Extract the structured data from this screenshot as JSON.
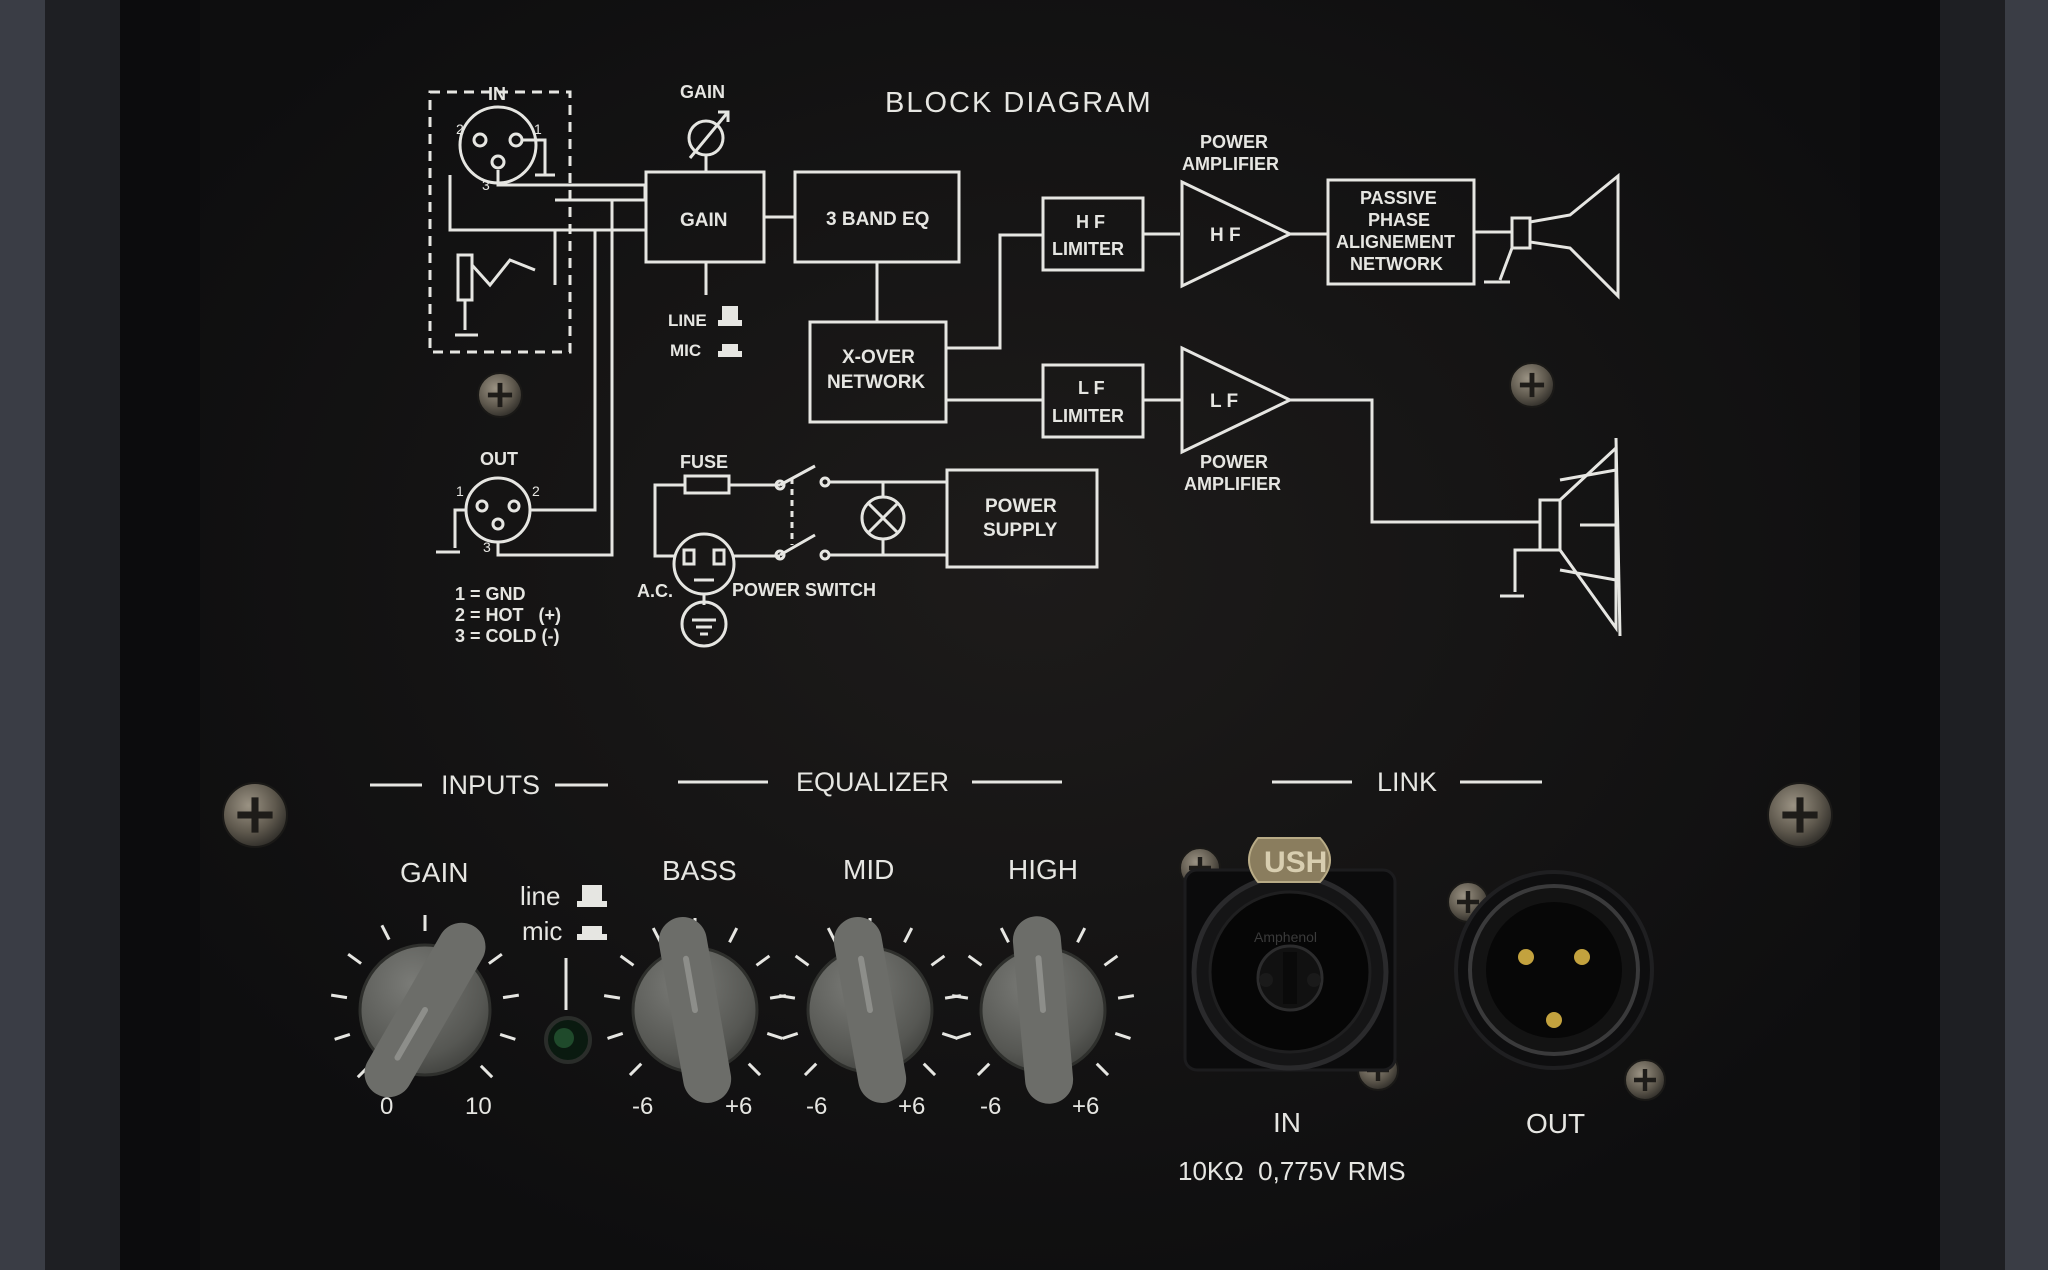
{
  "diagram": {
    "title": "BLOCK DIAGRAM",
    "in_label": "IN",
    "out_label": "OUT",
    "gain_knob_label": "GAIN",
    "gain_block": "GAIN",
    "eq_block": "3 BAND EQ",
    "xover_block": [
      "X-OVER",
      "NETWORK"
    ],
    "hf_limiter": [
      "H F",
      "LIMITER"
    ],
    "lf_limiter": [
      "L F",
      "LIMITER"
    ],
    "hf_amp": "H F",
    "lf_amp": "L F",
    "power_amp_label": [
      "POWER",
      "AMPLIFIER"
    ],
    "passive_block": [
      "PASSIVE",
      "PHASE",
      "ALIGNEMENT",
      "NETWORK"
    ],
    "line_label": "LINE",
    "mic_label": "MIC",
    "fuse_label": "FUSE",
    "ac_label": "A.C.",
    "power_switch_label": "POWER SWITCH",
    "power_supply": [
      "POWER",
      "SUPPLY"
    ],
    "pin_labels": [
      "2",
      "1",
      "3"
    ],
    "pin_legend": [
      "1 = GND",
      "2 = HOT   (+)",
      "3 = COLD (-)"
    ]
  },
  "controls": {
    "inputs_header": "INPUTS",
    "equalizer_header": "EQUALIZER",
    "link_header": "LINK",
    "gain_label": "GAIN",
    "gain_min": "0",
    "gain_max": "10",
    "line_label": "line",
    "mic_label": "mic",
    "bass_label": "BASS",
    "mid_label": "MID",
    "high_label": "HIGH",
    "eq_min": "-6",
    "eq_max": "+6",
    "link_in_label": "IN",
    "link_out_label": "OUT",
    "connector_brand": "Amphenol",
    "badge_text": "USH",
    "spec_text": "10KΩ  0,775V RMS"
  },
  "colors": {
    "panel": "#131212",
    "frame": "#26272b",
    "silkscreen": "#e6e6e2",
    "knob": "#5e5f5c",
    "screw": "#6a6458"
  }
}
